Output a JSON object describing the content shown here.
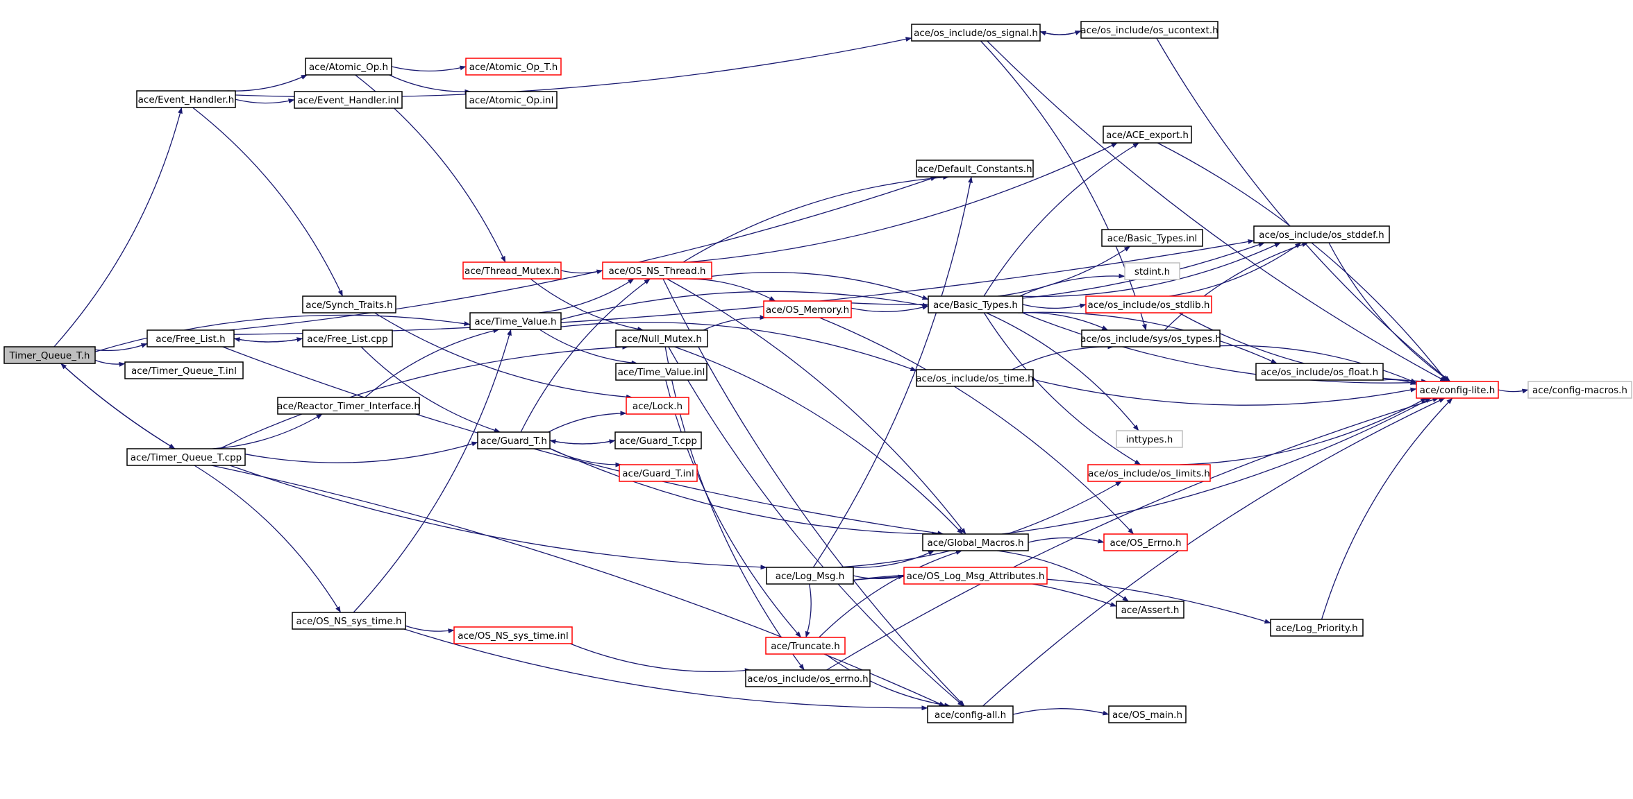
{
  "colors": {
    "edge": "#191970",
    "box_normal": "#000000",
    "box_truncated": "#ff0000",
    "box_leaf": "#bfbfbf",
    "root_fill": "#bfbfbf"
  },
  "graph": {
    "nodes": [
      {
        "id": "timer_queue_t_h",
        "label": "Timer_Queue_T.h",
        "kind": "root"
      },
      {
        "id": "event_handler_h",
        "label": "ace/Event_Handler.h",
        "kind": "normal"
      },
      {
        "id": "atomic_op_h",
        "label": "ace/Atomic_Op.h",
        "kind": "normal"
      },
      {
        "id": "atomic_op_t_h",
        "label": "ace/Atomic_Op_T.h",
        "kind": "truncated"
      },
      {
        "id": "atomic_op_inl",
        "label": "ace/Atomic_Op.inl",
        "kind": "normal"
      },
      {
        "id": "event_handler_inl",
        "label": "ace/Event_Handler.inl",
        "kind": "normal"
      },
      {
        "id": "os_signal_h",
        "label": "ace/os_include/os_signal.h",
        "kind": "normal"
      },
      {
        "id": "os_ucontext_h",
        "label": "ace/os_include/os_ucontext.h",
        "kind": "normal"
      },
      {
        "id": "ace_export_h",
        "label": "ace/ACE_export.h",
        "kind": "normal"
      },
      {
        "id": "default_constants_h",
        "label": "ace/Default_Constants.h",
        "kind": "normal"
      },
      {
        "id": "basic_types_inl",
        "label": "ace/Basic_Types.inl",
        "kind": "normal"
      },
      {
        "id": "os_stddef_h",
        "label": "ace/os_include/os_stddef.h",
        "kind": "normal"
      },
      {
        "id": "stdint_h",
        "label": "stdint.h",
        "kind": "leaf"
      },
      {
        "id": "thread_mutex_h",
        "label": "ace/Thread_Mutex.h",
        "kind": "truncated"
      },
      {
        "id": "os_ns_thread_h",
        "label": "ace/OS_NS_Thread.h",
        "kind": "truncated"
      },
      {
        "id": "os_memory_h",
        "label": "ace/OS_Memory.h",
        "kind": "truncated"
      },
      {
        "id": "basic_types_h",
        "label": "ace/Basic_Types.h",
        "kind": "normal"
      },
      {
        "id": "os_stdlib_h",
        "label": "ace/os_include/os_stdlib.h",
        "kind": "truncated"
      },
      {
        "id": "synch_traits_h",
        "label": "ace/Synch_Traits.h",
        "kind": "normal"
      },
      {
        "id": "time_value_h",
        "label": "ace/Time_Value.h",
        "kind": "normal"
      },
      {
        "id": "free_list_h",
        "label": "ace/Free_List.h",
        "kind": "normal"
      },
      {
        "id": "free_list_cpp",
        "label": "ace/Free_List.cpp",
        "kind": "normal"
      },
      {
        "id": "null_mutex_h",
        "label": "ace/Null_Mutex.h",
        "kind": "normal"
      },
      {
        "id": "os_sys_types_h",
        "label": "ace/os_include/sys/os_types.h",
        "kind": "normal"
      },
      {
        "id": "timer_queue_t_inl",
        "label": "ace/Timer_Queue_T.inl",
        "kind": "normal"
      },
      {
        "id": "time_value_inl",
        "label": "ace/Time_Value.inl",
        "kind": "normal"
      },
      {
        "id": "os_time_h",
        "label": "ace/os_include/os_time.h",
        "kind": "normal"
      },
      {
        "id": "os_float_h",
        "label": "ace/os_include/os_float.h",
        "kind": "normal"
      },
      {
        "id": "config_lite_h",
        "label": "ace/config-lite.h",
        "kind": "truncated"
      },
      {
        "id": "config_macros_h",
        "label": "ace/config-macros.h",
        "kind": "leaf"
      },
      {
        "id": "reactor_timer_interface_h",
        "label": "ace/Reactor_Timer_Interface.h",
        "kind": "normal"
      },
      {
        "id": "lock_h",
        "label": "ace/Lock.h",
        "kind": "truncated"
      },
      {
        "id": "inttypes_h",
        "label": "inttypes.h",
        "kind": "leaf"
      },
      {
        "id": "timer_queue_t_cpp",
        "label": "ace/Timer_Queue_T.cpp",
        "kind": "normal"
      },
      {
        "id": "guard_t_h",
        "label": "ace/Guard_T.h",
        "kind": "normal"
      },
      {
        "id": "guard_t_cpp",
        "label": "ace/Guard_T.cpp",
        "kind": "normal"
      },
      {
        "id": "guard_t_inl",
        "label": "ace/Guard_T.inl",
        "kind": "truncated"
      },
      {
        "id": "os_limits_h",
        "label": "ace/os_include/os_limits.h",
        "kind": "truncated"
      },
      {
        "id": "global_macros_h",
        "label": "ace/Global_Macros.h",
        "kind": "normal"
      },
      {
        "id": "os_errno_h_trunc",
        "label": "ace/OS_Errno.h",
        "kind": "truncated"
      },
      {
        "id": "log_msg_h",
        "label": "ace/Log_Msg.h",
        "kind": "normal"
      },
      {
        "id": "os_log_msg_attributes_h",
        "label": "ace/OS_Log_Msg_Attributes.h",
        "kind": "truncated"
      },
      {
        "id": "assert_h",
        "label": "ace/Assert.h",
        "kind": "normal"
      },
      {
        "id": "os_ns_sys_time_h",
        "label": "ace/OS_NS_sys_time.h",
        "kind": "normal"
      },
      {
        "id": "os_ns_sys_time_inl",
        "label": "ace/OS_NS_sys_time.inl",
        "kind": "truncated"
      },
      {
        "id": "log_priority_h",
        "label": "ace/Log_Priority.h",
        "kind": "normal"
      },
      {
        "id": "truncate_h",
        "label": "ace/Truncate.h",
        "kind": "truncated"
      },
      {
        "id": "os_include_errno_h",
        "label": "ace/os_include/os_errno.h",
        "kind": "normal"
      },
      {
        "id": "config_all_h",
        "label": "ace/config-all.h",
        "kind": "normal"
      },
      {
        "id": "os_main_h",
        "label": "ace/OS_main.h",
        "kind": "normal"
      }
    ],
    "edges": [
      [
        "timer_queue_t_h",
        "event_handler_h"
      ],
      [
        "timer_queue_t_h",
        "free_list_h"
      ],
      [
        "timer_queue_t_h",
        "timer_queue_t_inl"
      ],
      [
        "timer_queue_t_h",
        "time_value_h"
      ],
      [
        "timer_queue_t_h",
        "timer_queue_t_cpp"
      ],
      [
        "timer_queue_t_cpp",
        "timer_queue_t_h"
      ],
      [
        "event_handler_h",
        "atomic_op_h"
      ],
      [
        "event_handler_h",
        "event_handler_inl"
      ],
      [
        "event_handler_h",
        "os_signal_h"
      ],
      [
        "event_handler_h",
        "synch_traits_h"
      ],
      [
        "atomic_op_h",
        "atomic_op_t_h"
      ],
      [
        "atomic_op_h",
        "atomic_op_inl"
      ],
      [
        "atomic_op_h",
        "thread_mutex_h"
      ],
      [
        "os_signal_h",
        "os_ucontext_h"
      ],
      [
        "os_ucontext_h",
        "os_signal_h"
      ],
      [
        "os_signal_h",
        "config_lite_h"
      ],
      [
        "os_signal_h",
        "os_sys_types_h"
      ],
      [
        "os_ucontext_h",
        "config_lite_h"
      ],
      [
        "free_list_h",
        "free_list_cpp"
      ],
      [
        "free_list_cpp",
        "free_list_h"
      ],
      [
        "free_list_h",
        "default_constants_h"
      ],
      [
        "free_list_h",
        "os_stddef_h"
      ],
      [
        "free_list_h",
        "global_macros_h"
      ],
      [
        "free_list_cpp",
        "guard_t_h"
      ],
      [
        "thread_mutex_h",
        "os_ns_thread_h"
      ],
      [
        "thread_mutex_h",
        "null_mutex_h"
      ],
      [
        "os_ns_thread_h",
        "ace_export_h"
      ],
      [
        "os_ns_thread_h",
        "default_constants_h"
      ],
      [
        "os_ns_thread_h",
        "os_memory_h"
      ],
      [
        "os_ns_thread_h",
        "basic_types_h"
      ],
      [
        "os_ns_thread_h",
        "global_macros_h"
      ],
      [
        "os_ns_thread_h",
        "config_all_h"
      ],
      [
        "os_memory_h",
        "basic_types_h"
      ],
      [
        "os_memory_h",
        "os_stddef_h"
      ],
      [
        "os_memory_h",
        "os_errno_h_trunc"
      ],
      [
        "basic_types_h",
        "ace_export_h"
      ],
      [
        "basic_types_h",
        "basic_types_inl"
      ],
      [
        "basic_types_h",
        "os_stddef_h"
      ],
      [
        "basic_types_h",
        "stdint_h"
      ],
      [
        "basic_types_h",
        "os_stdlib_h"
      ],
      [
        "basic_types_h",
        "os_sys_types_h"
      ],
      [
        "basic_types_h",
        "os_float_h"
      ],
      [
        "basic_types_h",
        "config_lite_h"
      ],
      [
        "basic_types_h",
        "inttypes_h"
      ],
      [
        "basic_types_h",
        "os_limits_h"
      ],
      [
        "os_stdlib_h",
        "os_stddef_h"
      ],
      [
        "os_stdlib_h",
        "config_lite_h"
      ],
      [
        "os_sys_types_h",
        "os_stddef_h"
      ],
      [
        "os_sys_types_h",
        "config_lite_h"
      ],
      [
        "os_stddef_h",
        "config_lite_h"
      ],
      [
        "ace_export_h",
        "config_lite_h"
      ],
      [
        "os_float_h",
        "config_lite_h"
      ],
      [
        "config_lite_h",
        "config_macros_h"
      ],
      [
        "time_value_h",
        "os_ns_thread_h"
      ],
      [
        "time_value_h",
        "basic_types_h"
      ],
      [
        "time_value_h",
        "time_value_inl"
      ],
      [
        "time_value_h",
        "os_time_h"
      ],
      [
        "time_value_inl",
        "truncate_h"
      ],
      [
        "os_time_h",
        "os_sys_types_h"
      ],
      [
        "os_time_h",
        "config_lite_h"
      ],
      [
        "synch_traits_h",
        "lock_h"
      ],
      [
        "null_mutex_h",
        "os_memory_h"
      ],
      [
        "null_mutex_h",
        "global_macros_h"
      ],
      [
        "null_mutex_h",
        "os_include_errno_h"
      ],
      [
        "null_mutex_h",
        "config_all_h"
      ],
      [
        "reactor_timer_interface_h",
        "time_value_h"
      ],
      [
        "timer_queue_t_cpp",
        "reactor_timer_interface_h"
      ],
      [
        "timer_queue_t_cpp",
        "guard_t_h"
      ],
      [
        "timer_queue_t_cpp",
        "null_mutex_h"
      ],
      [
        "timer_queue_t_cpp",
        "log_msg_h"
      ],
      [
        "timer_queue_t_cpp",
        "os_ns_sys_time_h"
      ],
      [
        "timer_queue_t_cpp",
        "config_all_h"
      ],
      [
        "guard_t_h",
        "lock_h"
      ],
      [
        "guard_t_h",
        "guard_t_cpp"
      ],
      [
        "guard_t_cpp",
        "guard_t_h"
      ],
      [
        "guard_t_h",
        "guard_t_inl"
      ],
      [
        "guard_t_h",
        "global_macros_h"
      ],
      [
        "guard_t_h",
        "os_ns_thread_h"
      ],
      [
        "global_macros_h",
        "os_errno_h_trunc"
      ],
      [
        "global_macros_h",
        "assert_h"
      ],
      [
        "global_macros_h",
        "config_lite_h"
      ],
      [
        "log_msg_h",
        "os_log_msg_attributes_h"
      ],
      [
        "log_msg_h",
        "global_macros_h"
      ],
      [
        "log_msg_h",
        "default_constants_h"
      ],
      [
        "log_msg_h",
        "os_limits_h"
      ],
      [
        "log_msg_h",
        "assert_h"
      ],
      [
        "log_msg_h",
        "log_priority_h"
      ],
      [
        "log_msg_h",
        "truncate_h"
      ],
      [
        "os_limits_h",
        "config_lite_h"
      ],
      [
        "log_priority_h",
        "config_lite_h"
      ],
      [
        "os_ns_sys_time_h",
        "time_value_h"
      ],
      [
        "os_ns_sys_time_h",
        "os_ns_sys_time_inl"
      ],
      [
        "os_ns_sys_time_h",
        "config_all_h"
      ],
      [
        "os_ns_sys_time_inl",
        "os_include_errno_h"
      ],
      [
        "truncate_h",
        "global_macros_h"
      ],
      [
        "truncate_h",
        "config_all_h"
      ],
      [
        "os_include_errno_h",
        "config_lite_h"
      ],
      [
        "config_all_h",
        "os_main_h"
      ],
      [
        "config_all_h",
        "config_lite_h"
      ]
    ]
  }
}
